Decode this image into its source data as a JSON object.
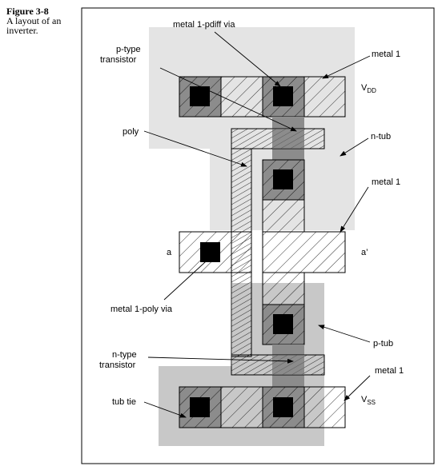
{
  "caption": {
    "figure": "Figure 3-8",
    "description": "A layout of an inverter."
  },
  "labels": {
    "metal1_pdiff_via": "metal 1-pdiff via",
    "metal1_top": "metal 1",
    "p_type_1": "p-type",
    "p_type_2": "transistor",
    "vdd_main": "V",
    "vdd_sub": "DD",
    "poly": "poly",
    "n_tub": "n-tub",
    "metal1_mid": "metal 1",
    "a": "a",
    "a_prime": "a’",
    "metal1_poly_via": "metal 1-poly via",
    "p_tub": "p-tub",
    "n_type_1": "n-type",
    "n_type_2": "transistor",
    "metal1_bottom": "metal 1",
    "tub_tie": "tub tie",
    "vss_main": "V",
    "vss_sub": "SS"
  },
  "colors": {
    "n_tub": "#e4e4e4",
    "p_tub": "#c8c8c8",
    "diffusion": "#8c8c8c",
    "via": "#000000",
    "outline": "#000000"
  }
}
